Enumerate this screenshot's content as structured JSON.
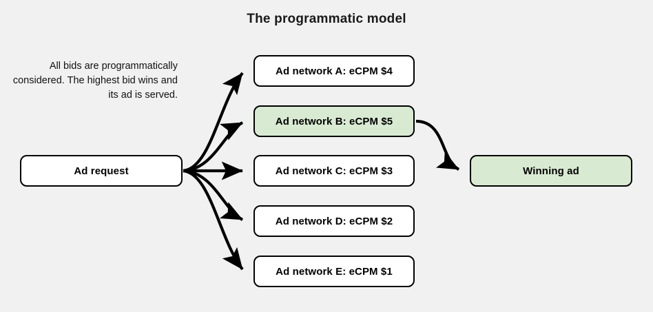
{
  "diagram": {
    "title": "The programmatic model",
    "caption": "All bids are programmatically considered. The highest bid wins and its ad is served.",
    "background_color": "#f1f1f1",
    "highlight_color": "#d9ead3",
    "node_fill_color": "#ffffff",
    "stroke_color": "#000000"
  },
  "nodes": {
    "ad_request": {
      "label": "Ad request",
      "highlighted": false
    },
    "network_a": {
      "label": "Ad network A: eCPM $4",
      "highlighted": false,
      "ecpm": 4
    },
    "network_b": {
      "label": "Ad network B: eCPM $5",
      "highlighted": true,
      "ecpm": 5
    },
    "network_c": {
      "label": "Ad network C: eCPM $3",
      "highlighted": false,
      "ecpm": 3
    },
    "network_d": {
      "label": "Ad network D: eCPM $2",
      "highlighted": false,
      "ecpm": 2
    },
    "network_e": {
      "label": "Ad network E: eCPM $1",
      "highlighted": false,
      "ecpm": 1
    },
    "winning_ad": {
      "label": "Winning ad",
      "highlighted": true
    }
  },
  "edges": [
    {
      "from": "ad_request",
      "to": "network_a",
      "style": "curved-arrow"
    },
    {
      "from": "ad_request",
      "to": "network_b",
      "style": "curved-arrow"
    },
    {
      "from": "ad_request",
      "to": "network_c",
      "style": "straight-arrow"
    },
    {
      "from": "ad_request",
      "to": "network_d",
      "style": "curved-arrow"
    },
    {
      "from": "ad_request",
      "to": "network_e",
      "style": "curved-arrow"
    },
    {
      "from": "network_b",
      "to": "winning_ad",
      "style": "curved-arrow"
    }
  ]
}
